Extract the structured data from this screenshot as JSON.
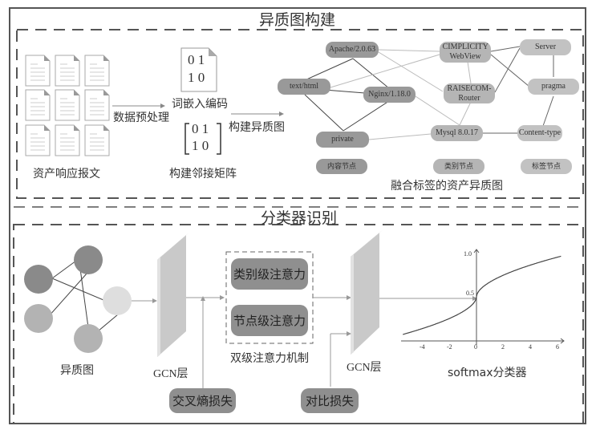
{
  "section1": {
    "title": "异质图构建",
    "docs_label": "资产响应报文",
    "preprocess_label": "数据预处理",
    "embed_matrix": [
      "0 1",
      "1 0"
    ],
    "embed_label": "词嵌入编码",
    "adj_matrix": [
      "0 1",
      "1 0"
    ],
    "adj_label": "构建邻接矩阵",
    "build_label": "构建异质图",
    "graph_caption": "融合标签的资产异质图",
    "nodes": {
      "apache": "Apache/2.0.63",
      "texthtml": "text/html",
      "nginx": "Nginx/1.18.0",
      "private": "private",
      "cimplicity": "CIMPLICITY WebView",
      "raisecom": "RAISECOM-Router",
      "mysql": "Mysql 8.0.17",
      "server": "Server",
      "pragma": "pragma",
      "contenttype": "Content-type"
    },
    "legend": {
      "content": "内容节点",
      "category": "类别节点",
      "tag": "标签节点"
    },
    "colors": {
      "content": "#999999",
      "category": "#b5b5b5",
      "tag": "#c2c2c2"
    }
  },
  "section2": {
    "title": "分类器识别",
    "graph_label": "异质图",
    "gcn1_label": "GCN层",
    "attn_class": "类别级注意力",
    "attn_node": "节点级注意力",
    "attn_label": "双级注意力机制",
    "gcn2_label": "GCN层",
    "ce_loss": "交叉熵损失",
    "contrast_loss": "对比损失",
    "softmax_label": "softmax分类器",
    "softmax_plot": {
      "x_ticks": [
        "-4",
        "-2",
        "0",
        "2",
        "4",
        "6"
      ],
      "y_ticks": [
        "0.5",
        "1.0"
      ]
    }
  }
}
